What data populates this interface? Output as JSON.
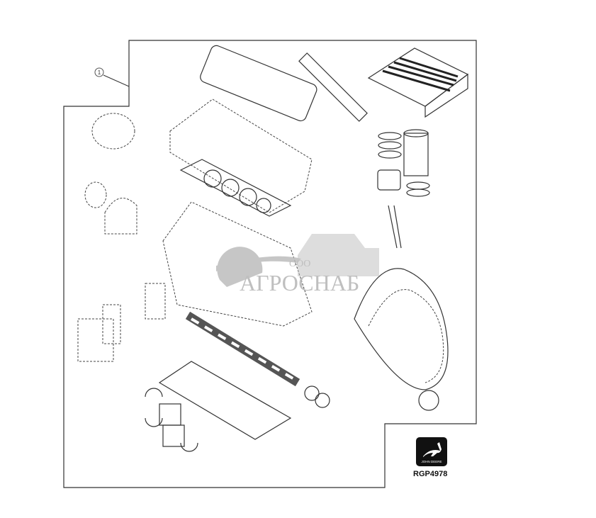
{
  "diagram": {
    "callout": "1",
    "reference_code": "RGP4978",
    "brand_logo_text": "JOHN DEERE",
    "watermark": {
      "prefix": "ООО",
      "name": "АГРОСНАБ"
    },
    "colors": {
      "line": "#333333",
      "watermark": "#b5b5b5",
      "logo_bg": "#111111"
    }
  }
}
